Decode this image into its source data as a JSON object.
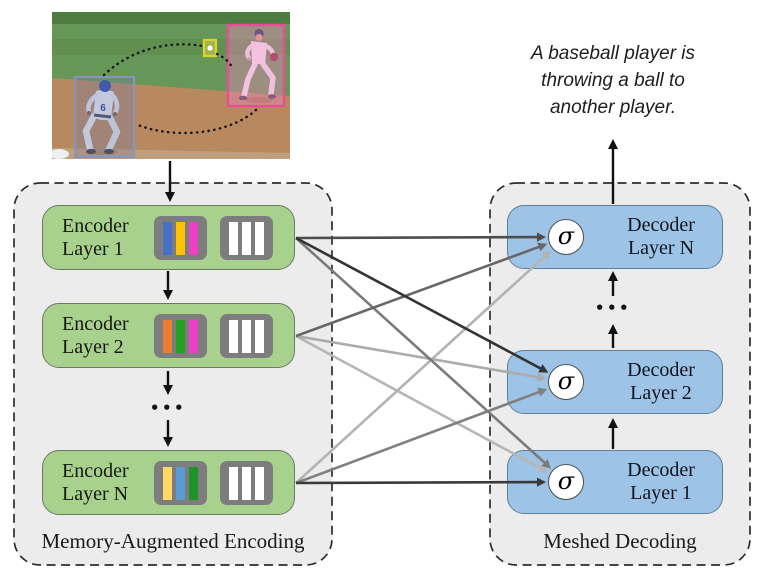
{
  "caption": {
    "lines": [
      "A baseball player is",
      "throwing a ball to",
      "another player."
    ]
  },
  "encoder": {
    "panel_label": "Memory-Augmented Encoding",
    "ellipsis": "•••",
    "box_fill": "#a9d18e",
    "box_border": "#6d7a62",
    "slot_panel_color": "#7d7d7d",
    "layers": [
      {
        "line1": "Encoder",
        "line2": "Layer 1",
        "memory_slot_colors": [
          "#4472c4",
          "#ffc000",
          "#ef3fc4"
        ],
        "feature_slot_colors": [
          "#ffffff",
          "#ffffff",
          "#ffffff"
        ]
      },
      {
        "line1": "Encoder",
        "line2": "Layer 2",
        "memory_slot_colors": [
          "#ed7d31",
          "#23a123",
          "#ef3fc4"
        ],
        "feature_slot_colors": [
          "#ffffff",
          "#ffffff",
          "#ffffff"
        ]
      },
      {
        "line1": "Encoder",
        "line2": "Layer N",
        "memory_slot_colors": [
          "#ffd966",
          "#5b9bd5",
          "#1e9428"
        ],
        "feature_slot_colors": [
          "#ffffff",
          "#ffffff",
          "#ffffff"
        ]
      }
    ]
  },
  "decoder": {
    "panel_label": "Meshed Decoding",
    "ellipsis": "•••",
    "sigma": "σ",
    "box_fill": "#9dc3e6",
    "box_border": "#5c7f9e",
    "layers": [
      {
        "line1": "Decoder",
        "line2": "Layer N"
      },
      {
        "line1": "Decoder",
        "line2": "Layer 2"
      },
      {
        "line1": "Decoder",
        "line2": "Layer 1"
      }
    ]
  },
  "photo": {
    "left_player_number": "6",
    "left_box_color": "#8a93b8",
    "right_box_color": "#e64e96",
    "ball_box_color": "#dfd32b"
  },
  "connections": [
    {
      "from": "encoder-layer-1",
      "to": "decoder-layer-N",
      "color": "#4d4d4d"
    },
    {
      "from": "encoder-layer-1",
      "to": "decoder-layer-2",
      "color": "#343434"
    },
    {
      "from": "encoder-layer-1",
      "to": "decoder-layer-1",
      "color": "#7b7b7b"
    },
    {
      "from": "encoder-layer-2",
      "to": "decoder-layer-N",
      "color": "#676767"
    },
    {
      "from": "encoder-layer-2",
      "to": "decoder-layer-2",
      "color": "#ababab"
    },
    {
      "from": "encoder-layer-2",
      "to": "decoder-layer-1",
      "color": "#b6b6b6"
    },
    {
      "from": "encoder-layer-N",
      "to": "decoder-layer-N",
      "color": "#b3b3b3"
    },
    {
      "from": "encoder-layer-N",
      "to": "decoder-layer-2",
      "color": "#808080"
    },
    {
      "from": "encoder-layer-N",
      "to": "decoder-layer-1",
      "color": "#3a3a3a"
    }
  ],
  "arrow_color": "#111111"
}
